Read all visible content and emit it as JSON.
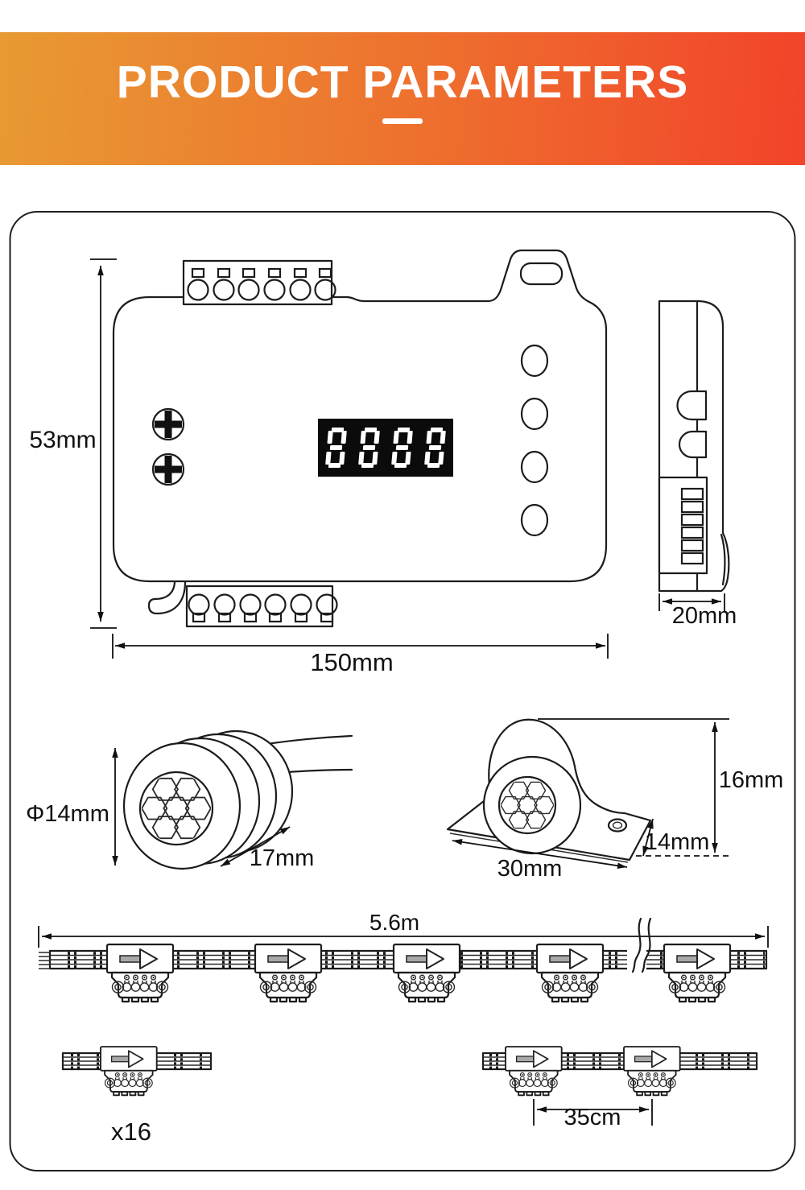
{
  "header": {
    "title": "PRODUCT PARAMETERS",
    "gradient_left": "#E89A33",
    "gradient_right": "#F2432A",
    "text_color": "#FFFFFF"
  },
  "controller_front": {
    "height_label": "53mm",
    "width_label": "150mm",
    "display_value": "8888",
    "terminal_positions_top": 6,
    "terminal_positions_bottom": 6
  },
  "controller_side": {
    "depth_label": "20mm"
  },
  "sensor_round": {
    "diameter_label": "Φ14mm",
    "length_label": "17mm"
  },
  "sensor_bracket": {
    "height_label": "16mm",
    "depth_label": "14mm",
    "width_label": "30mm"
  },
  "led_strip": {
    "total_length_label": "5.6m",
    "module_count_label": "x16",
    "module_spacing_label": "35cm",
    "module_arrow_icon": "right-arrow"
  }
}
